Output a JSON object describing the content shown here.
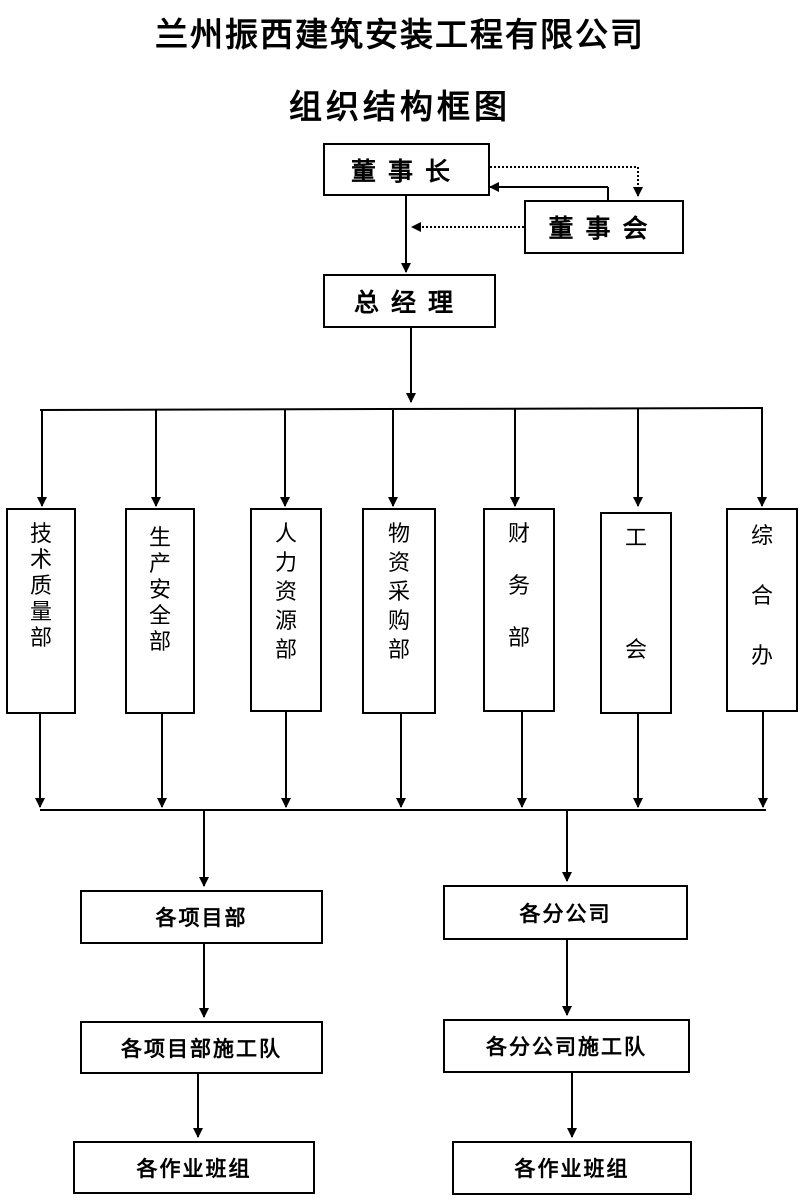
{
  "title": "兰州振西建筑安装工程有限公司",
  "subtitle": "组织结构框图",
  "chairman": "董事长",
  "board": "董事会",
  "general_manager": "总经理",
  "departments": [
    "技术质量部",
    "生产安全部",
    "人力资源部",
    "物资采购部",
    "财务部",
    "工会",
    "综合办"
  ],
  "branches": {
    "left": [
      "各项目部",
      "各项目部施工队",
      "各作业班组"
    ],
    "right": [
      "各分公司",
      "各分公司施工队",
      "各作业班组"
    ]
  },
  "colors": {
    "line": "#000000",
    "background": "#ffffff"
  }
}
